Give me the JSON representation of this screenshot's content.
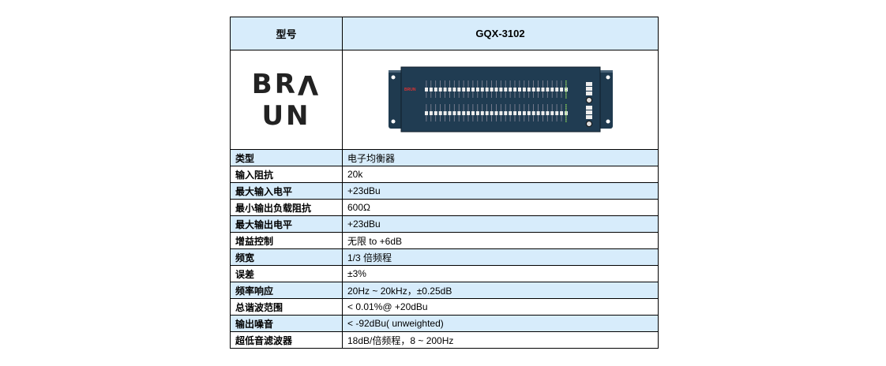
{
  "header": {
    "label": "型号",
    "model": "GQX-3102"
  },
  "brand": {
    "logo_text": "BRAUN",
    "panel_logo": "BRUN"
  },
  "colors": {
    "row_blue": "#d7ecfb",
    "panel": "#1f3a4f"
  },
  "specs": [
    {
      "key": "类型",
      "value": "电子均衡器"
    },
    {
      "key": "输入阻抗",
      "value": "20k"
    },
    {
      "key": "最大输入电平",
      "value": "+23dBu"
    },
    {
      "key": "最小输出负载阻抗",
      "value": "600Ω"
    },
    {
      "key": "最大输出电平",
      "value": "+23dBu"
    },
    {
      "key": "增益控制",
      "value": "无限  to +6dB"
    },
    {
      "key": "频宽",
      "value": "1/3 倍频程"
    },
    {
      "key": "误差",
      "value": "±3%"
    },
    {
      "key": "频率响应",
      "value": "20Hz ~ 20kHz，±0.25dB"
    },
    {
      "key": "总谐波范围",
      "value": "< 0.01%@ +20dBu"
    },
    {
      "key": "输出噪音",
      "value": "< -92dBu( unweighted)"
    },
    {
      "key": "超低音滤波器",
      "value": "18dB/倍频程，8 ~ 200Hz"
    }
  ]
}
